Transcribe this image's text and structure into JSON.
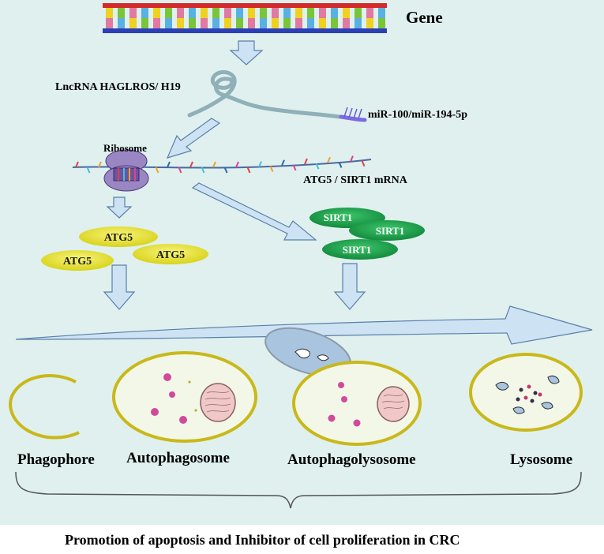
{
  "gene_label": "Gene",
  "lncrna_label": "LncRNA HAGLROS/ H19",
  "mirna_label": "miR-100/miR-194-5p",
  "ribosome_label": "Ribosome",
  "mrna_label": "ATG5 / SIRT1 mRNA",
  "atg5_labels": [
    "ATG5",
    "ATG5",
    "ATG5"
  ],
  "sirt1_labels": [
    "SIRT1",
    "SIRT1",
    "SIRT1"
  ],
  "stages": [
    "Phagophore",
    "Autophagosome",
    "Autophagolysosome",
    "Lysosome"
  ],
  "conclusion": "Promotion of apoptosis and Inhibitor of cell proliferation in CRC",
  "colors": {
    "background": "#dff0ee",
    "arrow_fill": "#cde3f4",
    "arrow_stroke": "#5a7fa8",
    "atg5": "#e6e22a",
    "sirt1": "#1f9a4a",
    "membrane": "#c9b81a",
    "cell_fill": "#f3f7e8"
  }
}
